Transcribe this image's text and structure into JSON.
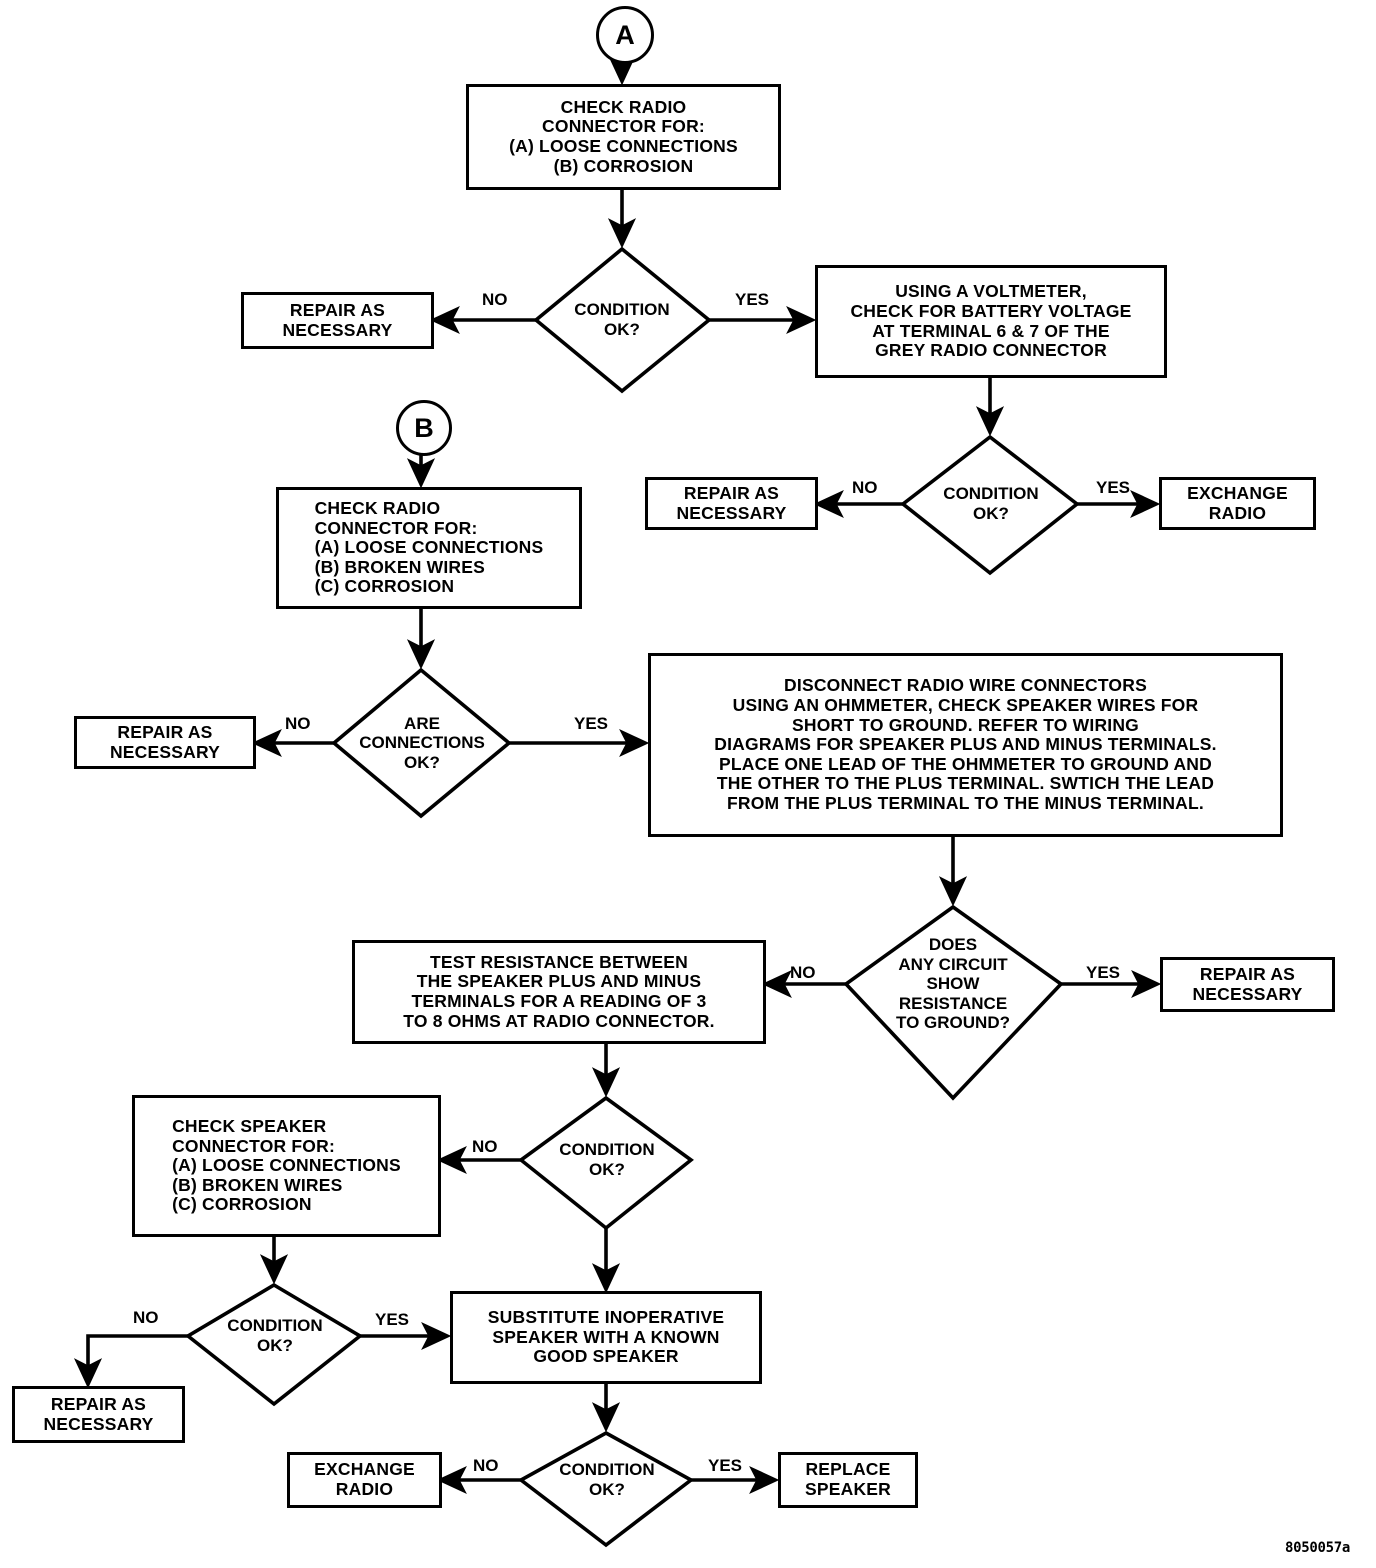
{
  "figure": {
    "id_label": "8050057a",
    "type": "flowchart",
    "title": "Radio / Speaker Diagnostic Flowchart"
  },
  "connectors": [
    {
      "name": "connector-a",
      "label": "A"
    },
    {
      "name": "connector-b",
      "label": "B"
    }
  ],
  "nodes": {
    "check_radio_connector_1": "CHECK RADIO\nCONNECTOR FOR:\n(A) LOOSE CONNECTIONS\n(B) CORROSION",
    "condition_ok_1": "CONDITION\nOK?",
    "repair_as_necessary_1": "REPAIR AS\nNECESSARY",
    "using_voltmeter": "USING A VOLTMETER,\nCHECK FOR BATTERY VOLTAGE\nAT TERMINAL 6 & 7 OF THE\nGREY RADIO CONNECTOR",
    "condition_ok_2": "CONDITION\nOK?",
    "repair_as_necessary_2": "REPAIR AS\nNECESSARY",
    "exchange_radio_1": "EXCHANGE\nRADIO",
    "check_radio_connector_2": "CHECK RADIO\nCONNECTOR FOR:\n(A) LOOSE CONNECTIONS\n(B) BROKEN WIRES\n(C) CORROSION",
    "are_connections_ok": "ARE\nCONNECTIONS\nOK?",
    "repair_as_necessary_3": "REPAIR AS\nNECESSARY",
    "disconnect_radio_wire": "DISCONNECT RADIO WIRE CONNECTORS\nUSING AN OHMMETER, CHECK SPEAKER WIRES FOR\nSHORT TO GROUND.  REFER        TO        WIRING\nDIAGRAMS FOR SPEAKER PLUS AND MINUS TERMINALS.\nPLACE ONE LEAD OF THE OHMMETER TO GROUND AND\nTHE OTHER TO THE PLUS TERMINAL.  SWTICH THE LEAD\nFROM THE PLUS TERMINAL TO THE MINUS TERMINAL.",
    "does_any_circuit": "DOES\nANY CIRCUIT\nSHOW\nRESISTANCE\nTO GROUND?",
    "repair_as_necessary_4": "REPAIR AS\nNECESSARY",
    "test_resistance": "TEST RESISTANCE  BETWEEN\nTHE SPEAKER PLUS AND MINUS\nTERMINALS FOR A READING OF 3\nTO 8 OHMS AT RADIO CONNECTOR.",
    "condition_ok_3": "CONDITION\nOK?",
    "check_speaker_connector": "CHECK SPEAKER\nCONNECTOR FOR:\n(A) LOOSE CONNECTIONS\n(B) BROKEN WIRES\n(C) CORROSION",
    "condition_ok_4": "CONDITION\nOK?",
    "repair_as_necessary_5": "REPAIR AS\nNECESSARY",
    "substitute_speaker": "SUBSTITUTE INOPERATIVE\nSPEAKER WITH A KNOWN\nGOOD SPEAKER",
    "condition_ok_5": "CONDITION\nOK?",
    "exchange_radio_2": "EXCHANGE\nRADIO",
    "replace_speaker": "REPLACE\nSPEAKER"
  },
  "edge_labels": {
    "no_1": "NO",
    "yes_1": "YES",
    "no_2": "NO",
    "yes_2": "YES",
    "no_3": "NO",
    "yes_3": "YES",
    "no_4": "NO",
    "yes_4": "YES",
    "no_5": "NO",
    "no_6": "NO",
    "yes_5": "YES",
    "no_7": "NO",
    "yes_6": "YES"
  },
  "colors": {
    "stroke": "#000000",
    "fill": "#ffffff",
    "text": "#000000"
  }
}
